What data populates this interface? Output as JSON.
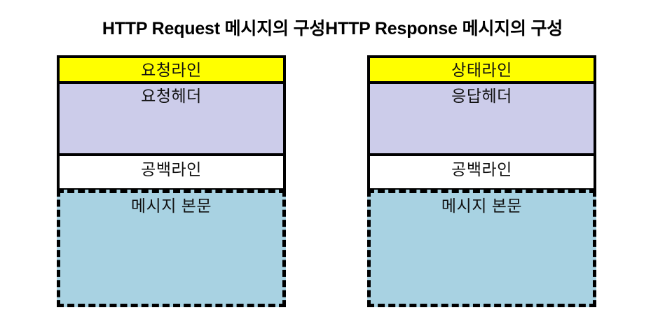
{
  "page": {
    "background_color": "#ffffff",
    "title_left": "HTTP Request 메시지의 구성",
    "title_right": "HTTP Response 메시지의 구성"
  },
  "colors": {
    "start_line": "#ffff00",
    "header": "#ccccea",
    "blank_line": "#ffffff",
    "body": "#a8d2e2",
    "border": "#000000",
    "text": "#111111"
  },
  "diagrams": [
    {
      "name": "http-request-message-structure",
      "title": "HTTP Request 메시지의 구성",
      "rows": [
        {
          "label": "요청라인",
          "fill": "#ffff00",
          "border": "solid"
        },
        {
          "label": "요청헤더",
          "fill": "#ccccea",
          "border": "solid"
        },
        {
          "label": "공백라인",
          "fill": "#ffffff",
          "border": "solid"
        },
        {
          "label": "메시지 본문",
          "fill": "#a8d2e2",
          "border": "dashed"
        }
      ]
    },
    {
      "name": "http-response-message-structure",
      "title": "HTTP Response 메시지의 구성",
      "rows": [
        {
          "label": "상태라인",
          "fill": "#ffff00",
          "border": "solid"
        },
        {
          "label": "응답헤더",
          "fill": "#ccccea",
          "border": "solid"
        },
        {
          "label": "공백라인",
          "fill": "#ffffff",
          "border": "solid"
        },
        {
          "label": "메시지 본문",
          "fill": "#a8d2e2",
          "border": "dashed"
        }
      ]
    }
  ]
}
